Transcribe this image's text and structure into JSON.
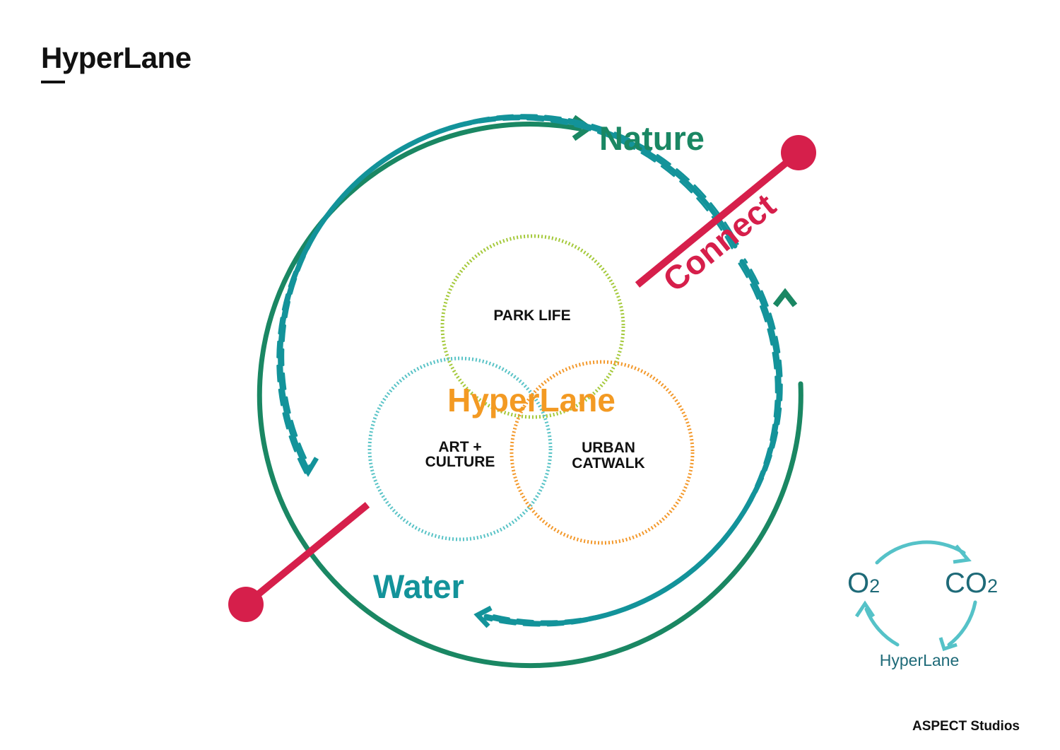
{
  "page": {
    "title": "HyperLane",
    "credit": "ASPECT Studios"
  },
  "labels": {
    "nature": "Nature",
    "water": "Water",
    "connect": "Connect",
    "center": "HyperLane"
  },
  "circles": {
    "park_life": "PARK LIFE",
    "art_line1": "ART +",
    "art_line2": "CULTURE",
    "urban_line1": "URBAN",
    "urban_line2": "CATWALK"
  },
  "cycle": {
    "o2": "O",
    "o2_sub": "2",
    "co2": "CO",
    "co2_sub": "2",
    "hyperlane": "HyperLane"
  },
  "colors": {
    "nature": "#1a8763",
    "water": "#13939a",
    "connect": "#d61f4b",
    "center": "#f39a23",
    "park": "#a4c93a",
    "art": "#58c3c6",
    "urban": "#f3982a",
    "cycle_arrows": "#55c2c8",
    "cycle_text": "#1e6a78"
  }
}
